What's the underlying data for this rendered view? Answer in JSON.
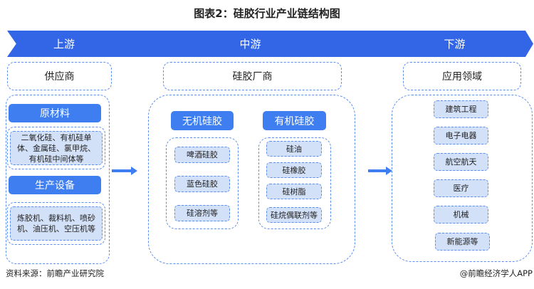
{
  "title": "图表2：硅胶行业产业链结构图",
  "stages": [
    {
      "label": "上游",
      "box": "供应商"
    },
    {
      "label": "中游",
      "box": "硅胶厂商"
    },
    {
      "label": "下游",
      "box": "应用领域"
    }
  ],
  "upstream": {
    "groups": [
      {
        "head": "原材料",
        "text": "二氧化硅、有机硅单体、金属硅、氯甲烷、有机硅中间体等"
      },
      {
        "head": "生产设备",
        "text": "炼胶机、裁料机、喷砂机、油压机、空压机等"
      }
    ]
  },
  "midstream": {
    "groups": [
      {
        "head": "无机硅胶",
        "items": [
          "啤酒硅胶",
          "蓝色硅胶",
          "硅溶剂等"
        ]
      },
      {
        "head": "有机硅胶",
        "items": [
          "硅油",
          "硅橡胶",
          "硅树脂",
          "硅烷偶联剂等"
        ]
      }
    ]
  },
  "downstream": {
    "items": [
      "建筑工程",
      "电子电器",
      "航空航天",
      "医疗",
      "机械",
      "新能源等"
    ]
  },
  "footer": {
    "source": "资料来源：前瞻产业研究院",
    "credit": "@前瞻经济学人APP"
  },
  "colors": {
    "banner": "#3366e6",
    "head": "#3f7ef0",
    "item": "#d3e1f8"
  }
}
